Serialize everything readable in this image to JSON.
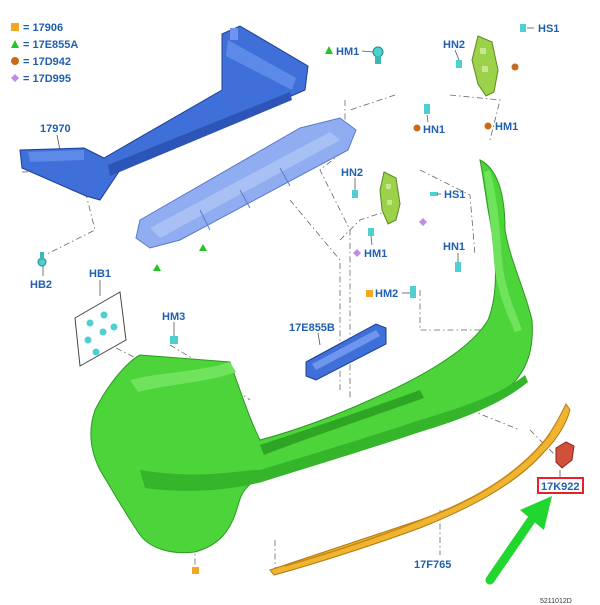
{
  "legend": [
    {
      "code": "= 17906",
      "marker": "square",
      "color": "#f4a623"
    },
    {
      "code": "= 17E855A",
      "marker": "triangle",
      "color": "#22c522"
    },
    {
      "code": "= 17D942",
      "marker": "circle",
      "color": "#c8691c"
    },
    {
      "code": "= 17D995",
      "marker": "diamond",
      "color": "#c08ae6"
    }
  ],
  "parts": {
    "p17970": "17970",
    "hm1_top": "HM1",
    "hn2_top": "HN2",
    "hs1_top": "HS1",
    "hn1_top": "HN1",
    "hm1_right": "HM1",
    "hn2_mid": "HN2",
    "hs1_mid": "HS1",
    "hm1_mid": "HM1",
    "hn1_mid": "HN1",
    "hm2": "HM2",
    "hb2": "HB2",
    "hb1": "HB1",
    "hm3": "HM3",
    "p17e855b": "17E855B",
    "p17k922": "17K922",
    "p17f765": "17F765"
  },
  "footer_code": "5211012D",
  "colors": {
    "bumper": "#4cd43a",
    "bumper_dark": "#2fa524",
    "reinforcement": "#3f6fd8",
    "absorber": "#7fa0e8",
    "trim": "#f0b430",
    "bracket": "#9bd24a",
    "clip": "#4fd0d0",
    "label": "#1f5fb0",
    "highlight_box": "#e8202a",
    "arrow": "#22d630"
  },
  "icons": [
    "bumper-cover",
    "reinforcement-beam",
    "energy-absorber",
    "lower-trim",
    "side-bracket",
    "push-clip",
    "callout-arrow"
  ]
}
